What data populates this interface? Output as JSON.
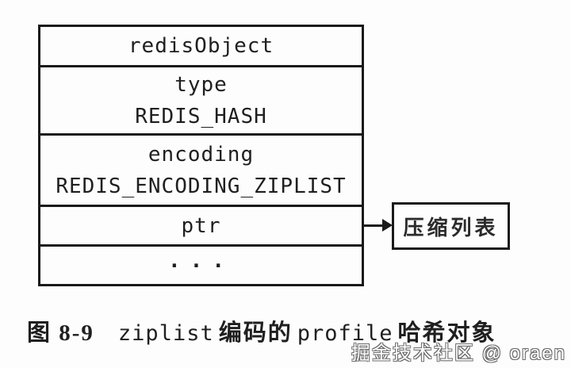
{
  "diagram": {
    "object_table": {
      "rows": [
        {
          "lines": [
            "redisObject"
          ]
        },
        {
          "lines": [
            "type",
            "REDIS_HASH"
          ]
        },
        {
          "lines": [
            "encoding",
            "REDIS_ENCODING_ZIPLIST"
          ]
        },
        {
          "lines": [
            "ptr"
          ]
        },
        {
          "lines": [
            "..."
          ]
        }
      ]
    },
    "pointer_target_box": {
      "label": "压缩列表"
    },
    "colors": {
      "line": "#1a1a1a",
      "text": "#1f1f1f",
      "background": "#fdfdfd"
    }
  },
  "caption": {
    "figure_label": "图 8-9",
    "segment_ziplist": "ziplist",
    "segment_encoded_of": "编码的",
    "segment_profile": "profile",
    "segment_hash_object": "哈希对象"
  },
  "watermark": {
    "text": "掘金技术社区 @ oraen"
  }
}
